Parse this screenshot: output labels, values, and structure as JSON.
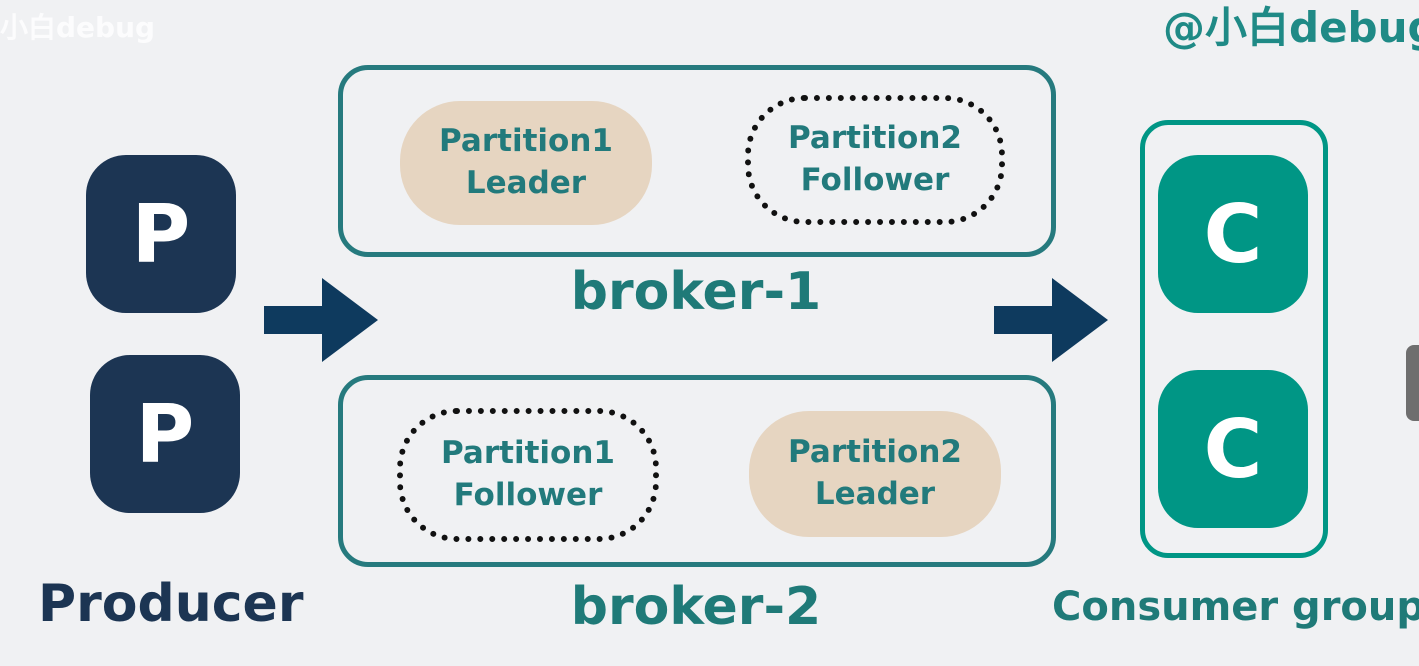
{
  "watermark": {
    "left_text": "小白debug",
    "right_text": "@小白debug"
  },
  "producers": {
    "label": "Producer",
    "items": [
      {
        "letter": "P"
      },
      {
        "letter": "P"
      }
    ]
  },
  "brokers": [
    {
      "name": "broker-1",
      "partitions": [
        {
          "line1": "Partition1",
          "line2": "Leader",
          "role": "leader"
        },
        {
          "line1": "Partition2",
          "line2": "Follower",
          "role": "follower"
        }
      ]
    },
    {
      "name": "broker-2",
      "partitions": [
        {
          "line1": "Partition1",
          "line2": "Follower",
          "role": "follower"
        },
        {
          "line1": "Partition2",
          "line2": "Leader",
          "role": "leader"
        }
      ]
    }
  ],
  "consumers": {
    "label": "Consumer group",
    "items": [
      {
        "letter": "C"
      },
      {
        "letter": "C"
      }
    ]
  },
  "colors": {
    "producer": "#1c3553",
    "consumer": "#009685",
    "broker_border": "#267a7e",
    "leader_fill": "#e6d5c1",
    "arrow": "#0e3a5e"
  },
  "icons": {
    "producer_to_broker": "right-arrow-icon",
    "broker_to_consumer": "right-arrow-icon"
  }
}
